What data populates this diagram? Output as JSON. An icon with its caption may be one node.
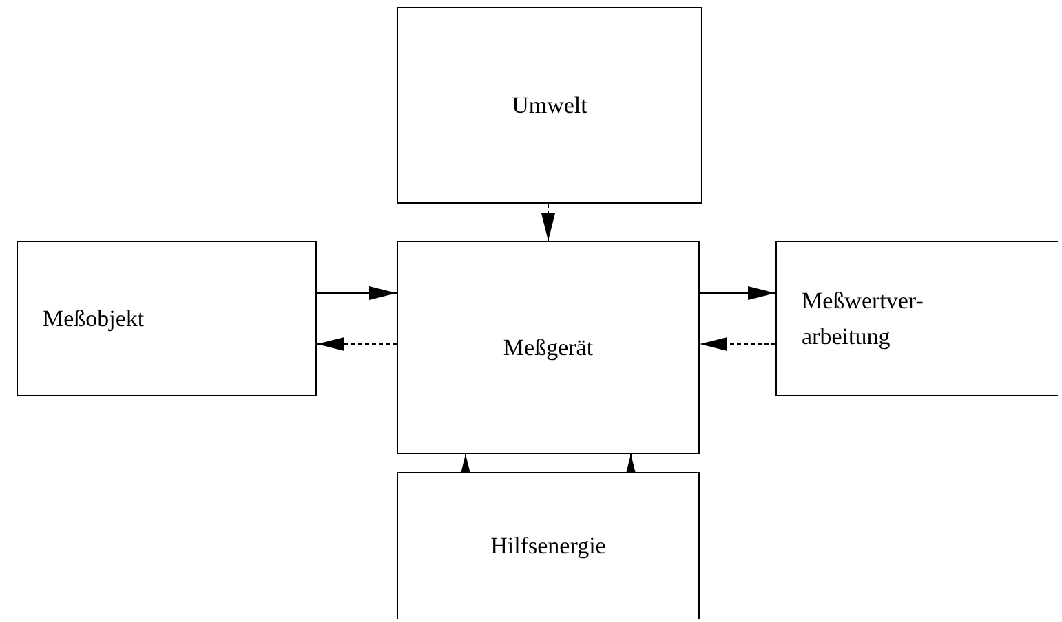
{
  "diagram": {
    "nodes": [
      {
        "text": [
          "Umwelt"
        ]
      },
      {
        "text": [
          "Meßobjekt"
        ]
      },
      {
        "text": [
          "Meßgerät"
        ]
      },
      {
        "text": [
          "Meßwertver- arbeitung"
        ]
      },
      {
        "text": [
          "Hilfsenergie"
        ]
      }
    ],
    "edges": [
      {
        "from": 0,
        "to": 2,
        "arrow": "to",
        "style": "dashed"
      },
      {
        "from": 1,
        "to": 2,
        "arrow": "to"
      },
      {
        "from": 2,
        "to": 1,
        "arrow": "to",
        "style": "dashed"
      },
      {
        "from": 2,
        "to": 3,
        "arrow": "to"
      },
      {
        "from": 3,
        "to": 2,
        "arrow": "to",
        "style": "dashed"
      },
      {
        "from": 4,
        "to": 2,
        "arrow": "to"
      },
      {
        "from": 4,
        "to": 2,
        "arrow": "to",
        "style": "dashed"
      }
    ]
  }
}
